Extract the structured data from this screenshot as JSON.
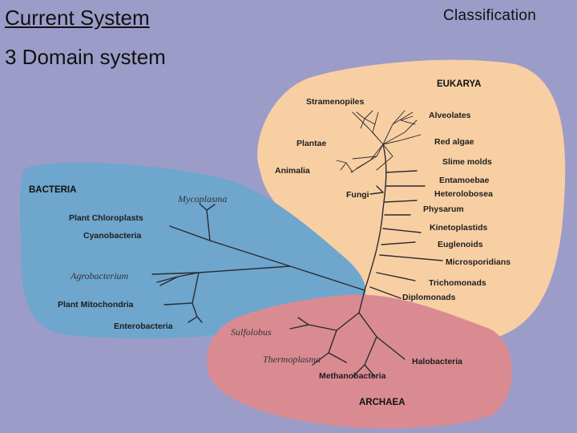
{
  "slide": {
    "title_line1": "Current System",
    "title_line2": "3 Domain system",
    "title_right": "Classification",
    "background_color": "#9c9cc9"
  },
  "diagram": {
    "domains": {
      "eukarya": {
        "label": "EUKARYA",
        "color": "#f8cfa3"
      },
      "bacteria": {
        "label": "BACTERIA",
        "color": "#6fa6cd"
      },
      "archaea": {
        "label": "ARCHAEA",
        "color": "#da8b92"
      }
    },
    "eukarya_groups": [
      "Stramenopiles",
      "Alveolates",
      "Plantae",
      "Red algae",
      "Slime molds",
      "Animalia",
      "Entamoebae",
      "Heterolobosea",
      "Fungi",
      "Physarum",
      "Kinetoplastids",
      "Euglenoids",
      "Microsporidians",
      "Trichomonads",
      "Diplomonads"
    ],
    "bacteria_groups": [
      "Mycoplasma",
      "Plant Chloroplasts",
      "Cyanobacteria",
      "Agrobacterium",
      "Plant Mitochondria",
      "Enterobacteria"
    ],
    "archaea_groups": [
      "Sulfolobus",
      "Thermoplasma",
      "Halobacteria",
      "Methanobacteria"
    ]
  }
}
